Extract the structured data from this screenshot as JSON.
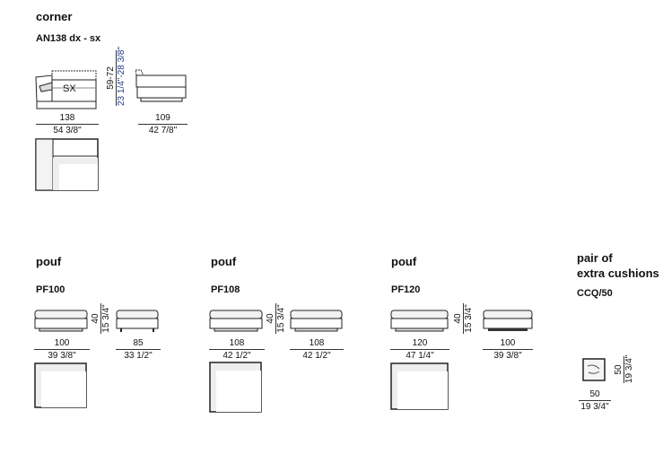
{
  "corner": {
    "title": "corner",
    "code": "AN138  dx - sx",
    "label": "SX",
    "width": {
      "cm": "138",
      "in": "54 3/8\""
    },
    "depth": {
      "cm": "109",
      "in": "42 7/8\""
    },
    "height": {
      "cm": "59-72",
      "in": "23 1/4\"-28 3/8\""
    }
  },
  "poufs": [
    {
      "title": "pouf",
      "code": "PF100",
      "width": {
        "cm": "100",
        "in": "39 3/8\""
      },
      "depth": {
        "cm": "85",
        "in": "33 1/2\""
      },
      "height": {
        "cm": "40",
        "in": "15 3/4\""
      }
    },
    {
      "title": "pouf",
      "code": "PF108",
      "width": {
        "cm": "108",
        "in": "42 1/2\""
      },
      "depth": {
        "cm": "108",
        "in": "42 1/2\""
      },
      "height": {
        "cm": "40",
        "in": "15 3/4\""
      }
    },
    {
      "title": "pouf",
      "code": "PF120",
      "width": {
        "cm": "120",
        "in": "47 1/4\""
      },
      "depth": {
        "cm": "100",
        "in": "39 3/8\""
      },
      "height": {
        "cm": "40",
        "in": "15 3/4\""
      }
    }
  ],
  "cushions": {
    "title_line1": "pair of",
    "title_line2": "extra cushions",
    "code": "CCQ/50",
    "width": {
      "cm": "50",
      "in": "19 3/4\""
    },
    "height": {
      "cm": "50",
      "in": "19 3/4\""
    }
  },
  "colors": {
    "height_in": "#1a3d8f"
  }
}
